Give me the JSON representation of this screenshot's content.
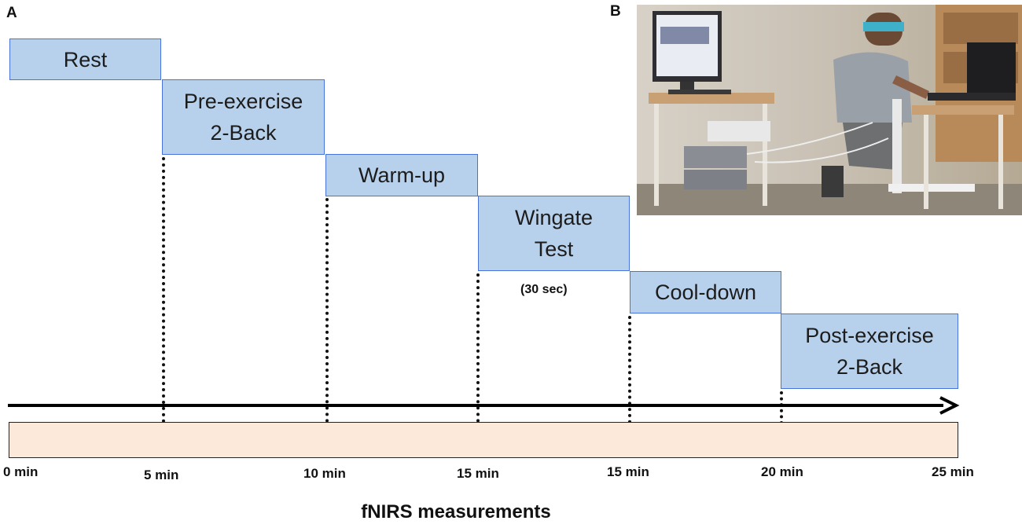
{
  "panels": {
    "a": "A",
    "b": "B"
  },
  "steps": [
    {
      "label": "Rest"
    },
    {
      "label": "Pre-exercise\n2-Back"
    },
    {
      "label": "Warm-up"
    },
    {
      "label": "Wingate\nTest"
    },
    {
      "label": "Cool-down"
    },
    {
      "label": "Post-exercise\n2-Back"
    }
  ],
  "wingate_note": "(30 sec)",
  "time_labels": [
    "0 min",
    "5 min",
    "10 min",
    "15 min",
    "15 min",
    "20 min",
    "25 min"
  ],
  "caption": "fNIRS measurements",
  "colors": {
    "step_fill": "#b7d1ec",
    "step_border": "#4a73d9",
    "measurement_bar": "#fde9d9"
  },
  "photo_icon": "photo-exercise-setup"
}
